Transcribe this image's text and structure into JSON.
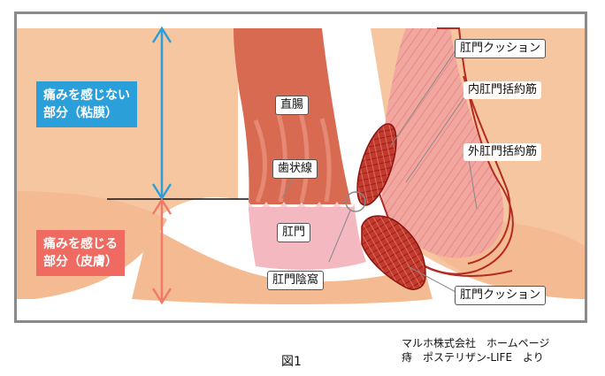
{
  "labels": {
    "cushion_top": "肛門クッション",
    "internal_sphincter": "内肛門括約筋",
    "external_sphincter": "外肛門括約筋",
    "rectum": "直腸",
    "dentate_line": "歯状線",
    "anus": "肛門",
    "anal_crypt": "肛門陰窩",
    "cushion_bottom": "肛門クッション"
  },
  "zones": {
    "painless": "痛みを感じない\n部分（粘膜）",
    "painful": "痛みを感じる\n部分（皮膚）"
  },
  "caption": "図1",
  "credit": {
    "line1": "マルホ株式会社　ホームページ",
    "line2": "痔　ポステリザン-LIFE　より"
  },
  "colors": {
    "skin": "#f6c6a0",
    "rectum": "#d86a52",
    "anus": "#f4b8c0",
    "muscle": "#f2a6a0",
    "cushion": "#b52a22",
    "painless_arrow": "#2b9fd9",
    "painless_box": "#2b9fd9",
    "painful_arrow": "#f07a6a",
    "painful_box": "#ef6b62"
  }
}
